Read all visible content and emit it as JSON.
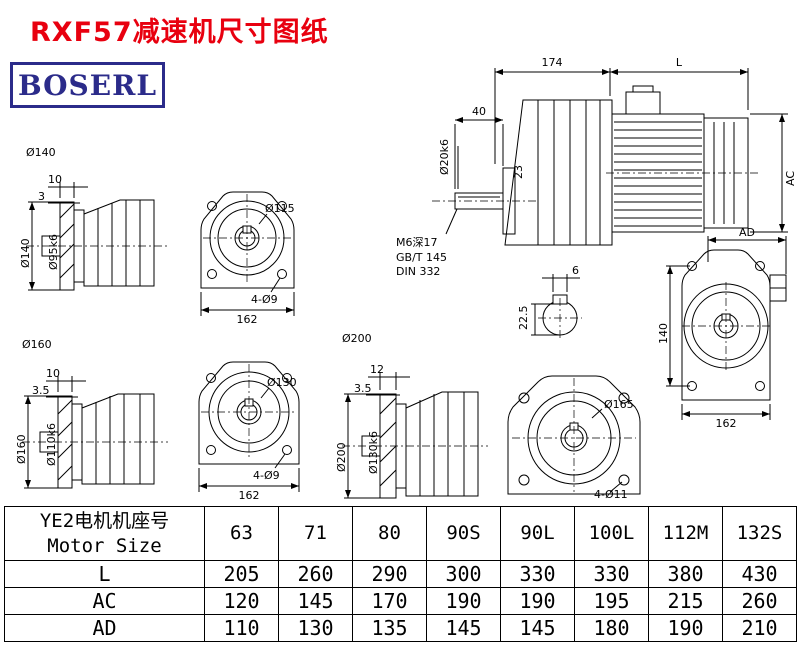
{
  "title": "RXF57减速机尺寸图纸",
  "logo": {
    "text": "BOSERL"
  },
  "colors": {
    "title_red": "#e8000f",
    "logo_navy": "#2b2b8a",
    "line": "#000000"
  },
  "views": {
    "flange140_side": {
      "section_label": "Ø140",
      "dim_top": "10",
      "dim_small": "3",
      "dim_outer": "Ø140",
      "dim_pilot": "Ø95k6"
    },
    "flange140_front": {
      "dim_flange": "Ø115",
      "dim_holes": "4-Ø9",
      "dim_width": "162"
    },
    "main_assembly": {
      "dim_gearbox_len": "174",
      "dim_motor_len": "L",
      "dim_shaft_len": "40",
      "dim_shaft_dia": "Ø20k6",
      "dim_center": "23",
      "dim_motor_height": "AC",
      "note_tap": "M6深17",
      "note_std_gb": "GB/T 145",
      "note_std_din": "DIN 332",
      "dim_key_width": "6",
      "dim_key_depth": "22.5"
    },
    "rear_view": {
      "dim_ad": "AD",
      "dim_height": "140",
      "dim_width": "162"
    },
    "flange160_side": {
      "section_label": "Ø160",
      "dim_top": "10",
      "dim_small": "3.5",
      "dim_outer": "Ø160",
      "dim_pilot": "Ø110k6"
    },
    "flange160_front": {
      "dim_flange": "Ø130",
      "dim_holes": "4-Ø9",
      "dim_width": "162"
    },
    "flange200_side": {
      "section_label": "Ø200",
      "dim_top": "12",
      "dim_small": "3.5",
      "dim_outer": "Ø200",
      "dim_pilot": "Ø130k6"
    },
    "flange200_front": {
      "dim_flange": "Ø165",
      "dim_holes": "4-Ø11"
    }
  },
  "table": {
    "header": {
      "line1": "YE2电机机座号",
      "line2": "Motor Size"
    },
    "columns": [
      "63",
      "71",
      "80",
      "90S",
      "90L",
      "100L",
      "112M",
      "132S"
    ],
    "rows": [
      {
        "label": "L",
        "values": [
          "205",
          "260",
          "290",
          "300",
          "330",
          "330",
          "380",
          "430"
        ]
      },
      {
        "label": "AC",
        "values": [
          "120",
          "145",
          "170",
          "190",
          "190",
          "195",
          "215",
          "260"
        ]
      },
      {
        "label": "AD",
        "values": [
          "110",
          "130",
          "135",
          "145",
          "145",
          "180",
          "190",
          "210"
        ]
      }
    ]
  }
}
